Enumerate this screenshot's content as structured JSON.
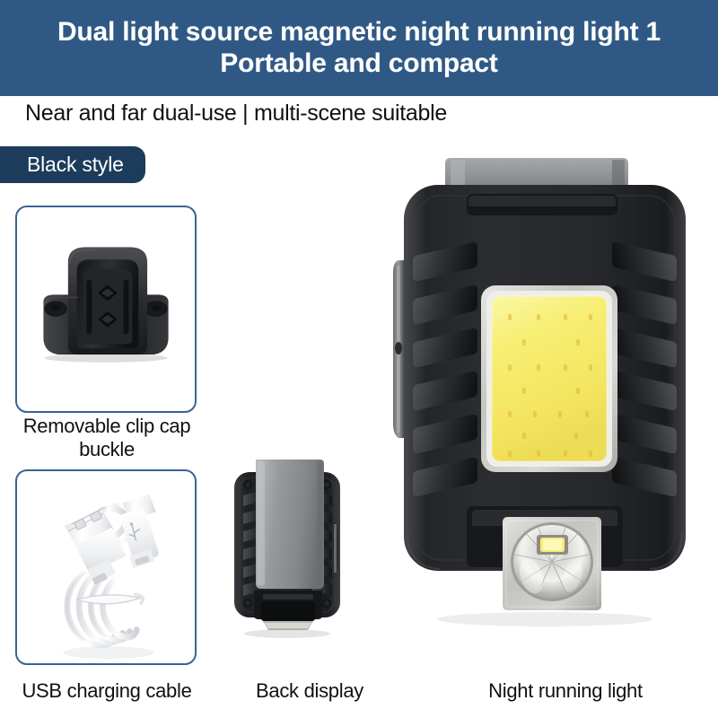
{
  "header": {
    "title": "Dual light source magnetic night running light 1 Portable and compact",
    "background_color": "#2f5984",
    "text_color": "#ffffff"
  },
  "subtitle": "Near and far dual-use | multi-scene suitable",
  "badge": {
    "label": "Black style",
    "background_color": "#1d3c5c",
    "text_color": "#ffffff"
  },
  "theme": {
    "card_border_color": "#3a6392",
    "body_black": "#1b1b1d",
    "metal_gray": "#8e9094",
    "cob_yellow": "#f5ea66",
    "bezel_silver": "#cfcfcb"
  },
  "cards": [
    {
      "id": "clip-cap-buckle",
      "caption": "Removable clip cap buckle",
      "artwork": "clip-cap-buckle-photo"
    },
    {
      "id": "usb-charging-cable",
      "caption": "USB charging cable",
      "artwork": "usb-cable-photo"
    }
  ],
  "products": [
    {
      "id": "back-display",
      "caption": "Back display",
      "artwork": "flashlight-rear-view-photo"
    },
    {
      "id": "night-running-light",
      "caption": "Night running light",
      "artwork": "flashlight-front-view-photo"
    }
  ]
}
